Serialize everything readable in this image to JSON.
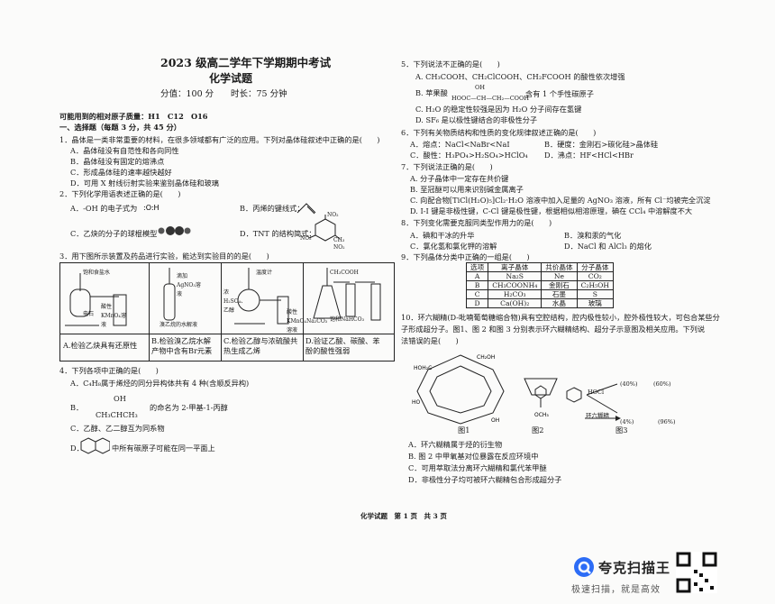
{
  "header": {
    "title": "2023 级高二学年下学期期中考试",
    "subject": "化学试题",
    "score": "分值：100 分",
    "time": "时长：75 分钟",
    "atomic_masses": "可能用到的相对原子质量：H1　C12　O16",
    "section": "一、选择题（每题 3 分，共 45 分）"
  },
  "q1": {
    "stem": "1．晶体是一类非常重要的材料，在很多领域都有广泛的应用。下列对晶体硅叙述中正确的是(　　)",
    "a": "A．晶体硅没有自范性和各向同性",
    "b": "B．晶体硅没有固定的熔沸点",
    "c": "C．形成晶体硅的速率越快越好",
    "d": "D．可用 X 射线衍射实验来鉴别晶体硅和玻璃"
  },
  "q2": {
    "stem": "2．下列化学用语表述正确的是(　　)",
    "a": "A．-OH 的电子式为",
    "b": "B．丙烯的键线式：",
    "c": "C．乙炔的分子的球棍模型",
    "d": "D．TNT 的结构简式：",
    "no2": "NO₂",
    "ch3": "CH₃"
  },
  "q3": {
    "stem": "3．用下图所示装置及药品进行实验，能达到实验目的的是(　　)",
    "lab1": "饱和食盐水",
    "lab2": "酸性KMnO₄溶液",
    "lab3": "电石",
    "lab4": "滴加AgNO₃溶液",
    "lab5": "溴乙烷的水解液",
    "lab6": "温度计",
    "lab7": "浓H₂SO₄、乙醇",
    "lab8": "酸性KMnO₄溶液",
    "lab9": "CH₃COOH",
    "lab10": "Na₂CO₃",
    "lab11": "饱和NaHCO₃",
    "a": "A.检验乙炔具有还原性",
    "b1": "B.检验溴乙烷水解",
    "b2": "产物中含有Br元素",
    "c1": "C.检验乙醇与浓硫酸共",
    "c2": "热生成乙烯",
    "d1": "D.验证乙酸、碳酸、苯",
    "d2": "酚的酸性强弱"
  },
  "q4": {
    "stem": "4．下列各项中正确的是(　　)",
    "a": "A．C₄H₈属于烯烃的同分异构体共有 4 种(含顺反异构)",
    "b_oh": "OH",
    "b_formula": "CH₃CHCH₃",
    "b_text": "的命名为 2-甲基-1-丙醇",
    "b": "B．",
    "c": "C．乙醇、乙二醇互为同系物",
    "d": "D．",
    "d_text": "中所有碳原子可能在同一平面上"
  },
  "q5": {
    "stem": "5．下列说法不正确的是(　　)",
    "a": "A. CH₃COOH、CH₂ClCOOH、CH₂FCOOH 的酸性依次增强",
    "b": "B. 苹果酸",
    "b_oh": "OH",
    "b_formula": "HOOC—CH—CH₂—COOH",
    "b_text": "含有 1 个手性碳原子",
    "c": "C. H₂O 的稳定性较强是因为 H₂O 分子间存在氢键",
    "d": "D. SF₆ 是以极性键结合的非极性分子"
  },
  "q6": {
    "stem": "6．下列有关物质结构和性质的变化规律叙述正确的是(　　)",
    "a": "A．熔点：NaCl<NaBr<NaI",
    "b": "B．硬度：金刚石>碳化硅>晶体硅",
    "c": "C．酸性：H₃PO₄>H₂SO₄>HClO₄",
    "d": "D．沸点：HF<HCl<HBr"
  },
  "q7": {
    "stem": "7．下列说法正确的是(　　)",
    "a": "A. 分子晶体中一定存在共价键",
    "b": "B. 至冠醚可以用来识别碱金属离子",
    "c": "C. 向配合物[TiCl(H₂O)₅]Cl₂·H₂O 溶液中加入足量的 AgNO₃ 溶液，所有 Cl⁻均被完全沉淀",
    "d": "D. I-I 键是非极性键，C-Cl 键是极性键，根据相似相溶原理，碘在 CCl₄ 中溶解度不大"
  },
  "q8": {
    "stem": "8．下列变化需要克服同类型作用力的是(　　)",
    "a": "A．碘和干冰的升华",
    "b": "B．溴和汞的气化",
    "c": "C．氯化氢和氯化钾的溶解",
    "d": "D．NaCl 和 AlCl₃ 的熔化"
  },
  "q9": {
    "stem": "9．下列晶体分类中正确的一组是(　　)",
    "headers": [
      "选项",
      "离子晶体",
      "共价晶体",
      "分子晶体"
    ],
    "rows": [
      [
        "A",
        "Na₂S",
        "Ne",
        "CO₂"
      ],
      [
        "B",
        "CH₃COONH₄",
        "金刚石",
        "C₂H₅OH"
      ],
      [
        "C",
        "H₂CO₃",
        "石墨",
        "S"
      ],
      [
        "D",
        "Ca(OH)₂",
        "水晶",
        "玻璃"
      ]
    ]
  },
  "q10": {
    "stem1": "10．环六糊精(D-吡喃葡萄糖缩合物)具有空腔结构，腔内极性较小，腔外极性较大，可包合某些分",
    "stem2": "子形成超分子。图1、图 2 和图 3 分别表示环六糊精结构、超分子示意图及相关应用。下列说",
    "stem3": "法错误的是(　　)",
    "fig1": "图1",
    "fig2": "图2",
    "fig3": "图3",
    "p40": "(40%)",
    "p60": "(60%)",
    "p4": "(4%)",
    "p96": "(96%)",
    "cat": "环六糊精",
    "hocl": "HOCl",
    "a": "A．环六糊精属于烃的衍生物",
    "b": "B. 图 2 中甲氧基对位暴露在反应环境中",
    "c": "C．可用萃取法分离环六糊精和氯代苯甲醚",
    "d": "D．非极性分子均可被环六糊精包合形成超分子"
  },
  "footer": {
    "page": "化学试题　第 1 页　共 3 页"
  },
  "watermark": {
    "brand": "夸克扫描王",
    "slogan": "极速扫描，就是高效"
  }
}
